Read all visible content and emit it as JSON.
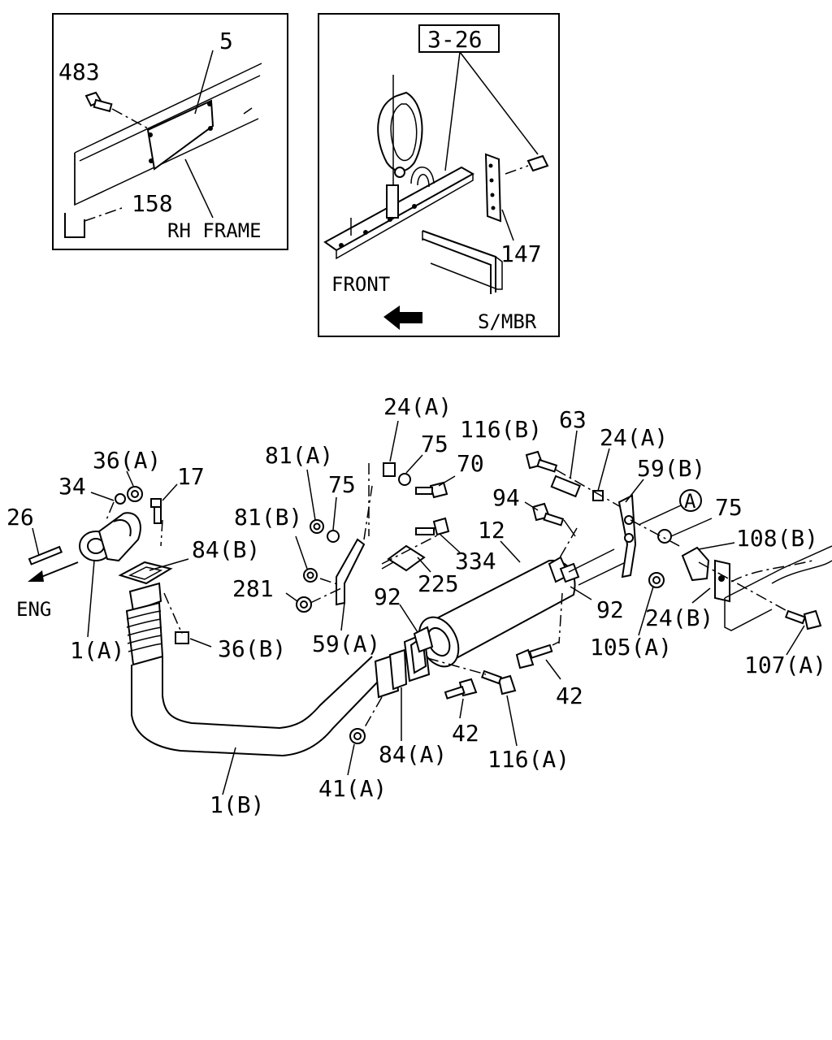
{
  "inset_rh_frame": {
    "caption": "RH FRAME",
    "labels": {
      "l483": "483",
      "l5": "5",
      "l158": "158"
    }
  },
  "inset_front": {
    "ref_box": "3-26",
    "front": "FRONT",
    "smbr": "S/MBR",
    "l147": "147"
  },
  "main": {
    "eng": "ENG",
    "circle_a": "A",
    "labels": {
      "l26": "26",
      "l34": "34",
      "l36a": "36(A)",
      "l17": "17",
      "l84b": "84(B)",
      "l1a": "1(A)",
      "l36b": "36(B)",
      "l1b": "1(B)",
      "l81a": "81(A)",
      "l75a": "75",
      "l81b": "81(B)",
      "l281": "281",
      "l24a1": "24(A)",
      "l75b": "75",
      "l70": "70",
      "l334": "334",
      "l225": "225",
      "l59a": "59(A)",
      "l92a": "92",
      "l12": "12",
      "l94": "94",
      "l116b": "116(B)",
      "l63": "63",
      "l24a2": "24(A)",
      "l59b": "59(B)",
      "l75c": "75",
      "l108b": "108(B)",
      "l92b": "92",
      "l105a": "105(A)",
      "l24b": "24(B)",
      "l107a": "107(A)",
      "l42a": "42",
      "l42b": "42",
      "l116a": "116(A)",
      "l84a": "84(A)",
      "l41a": "41(A)"
    }
  }
}
